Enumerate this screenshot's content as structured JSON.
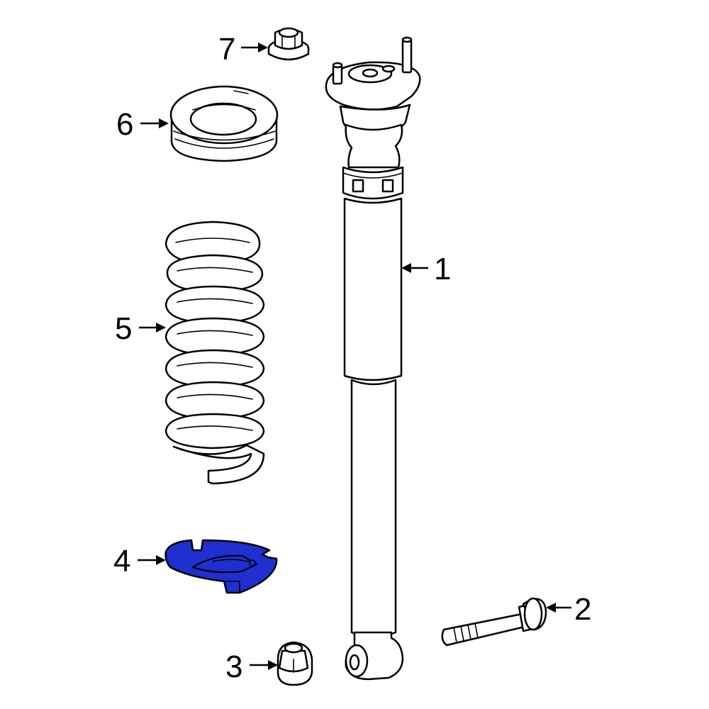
{
  "callouts": [
    {
      "id": "1",
      "label": "1"
    },
    {
      "id": "2",
      "label": "2"
    },
    {
      "id": "3",
      "label": "3"
    },
    {
      "id": "4",
      "label": "4"
    },
    {
      "id": "5",
      "label": "5"
    },
    {
      "id": "6",
      "label": "6"
    },
    {
      "id": "7",
      "label": "7"
    }
  ],
  "colors": {
    "highlight": "#1f2fd0",
    "line": "#000000",
    "background": "#ffffff"
  }
}
